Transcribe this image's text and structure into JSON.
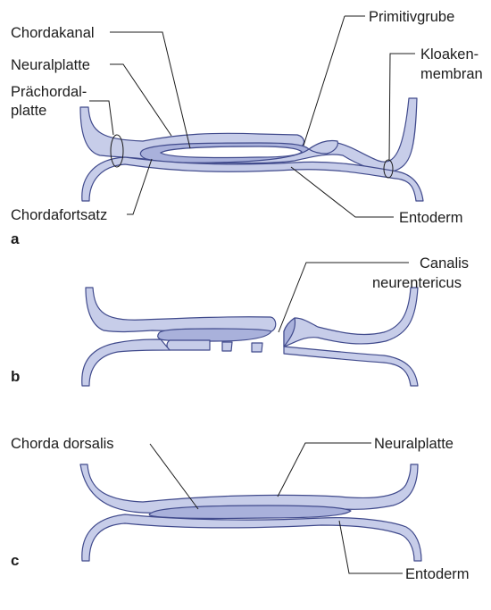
{
  "panel_a": {
    "letter": "a",
    "labels": {
      "chordakanal": "Chordakanal",
      "neuralplatte": "Neuralplatte",
      "praechordal_1": "Prächordal-",
      "praechordal_2": "platte",
      "chordafortsatz": "Chordafortsatz",
      "primitivgrube": "Primitivgrube",
      "kloaken_1": "Kloaken-",
      "kloaken_2": "membran",
      "entoderm": "Entoderm"
    }
  },
  "panel_b": {
    "letter": "b",
    "labels": {
      "canalis_1": "Canalis",
      "canalis_2": "neurentericus"
    }
  },
  "panel_c": {
    "letter": "c",
    "labels": {
      "chorda_dorsalis": "Chorda dorsalis",
      "neuralplatte": "Neuralplatte",
      "entoderm": "Entoderm"
    }
  },
  "colors": {
    "tissue_fill": "#c7cde9",
    "tissue_fill_dark": "#a9b1db",
    "tissue_outline": "#404a8c",
    "text": "#1c1c1c"
  }
}
